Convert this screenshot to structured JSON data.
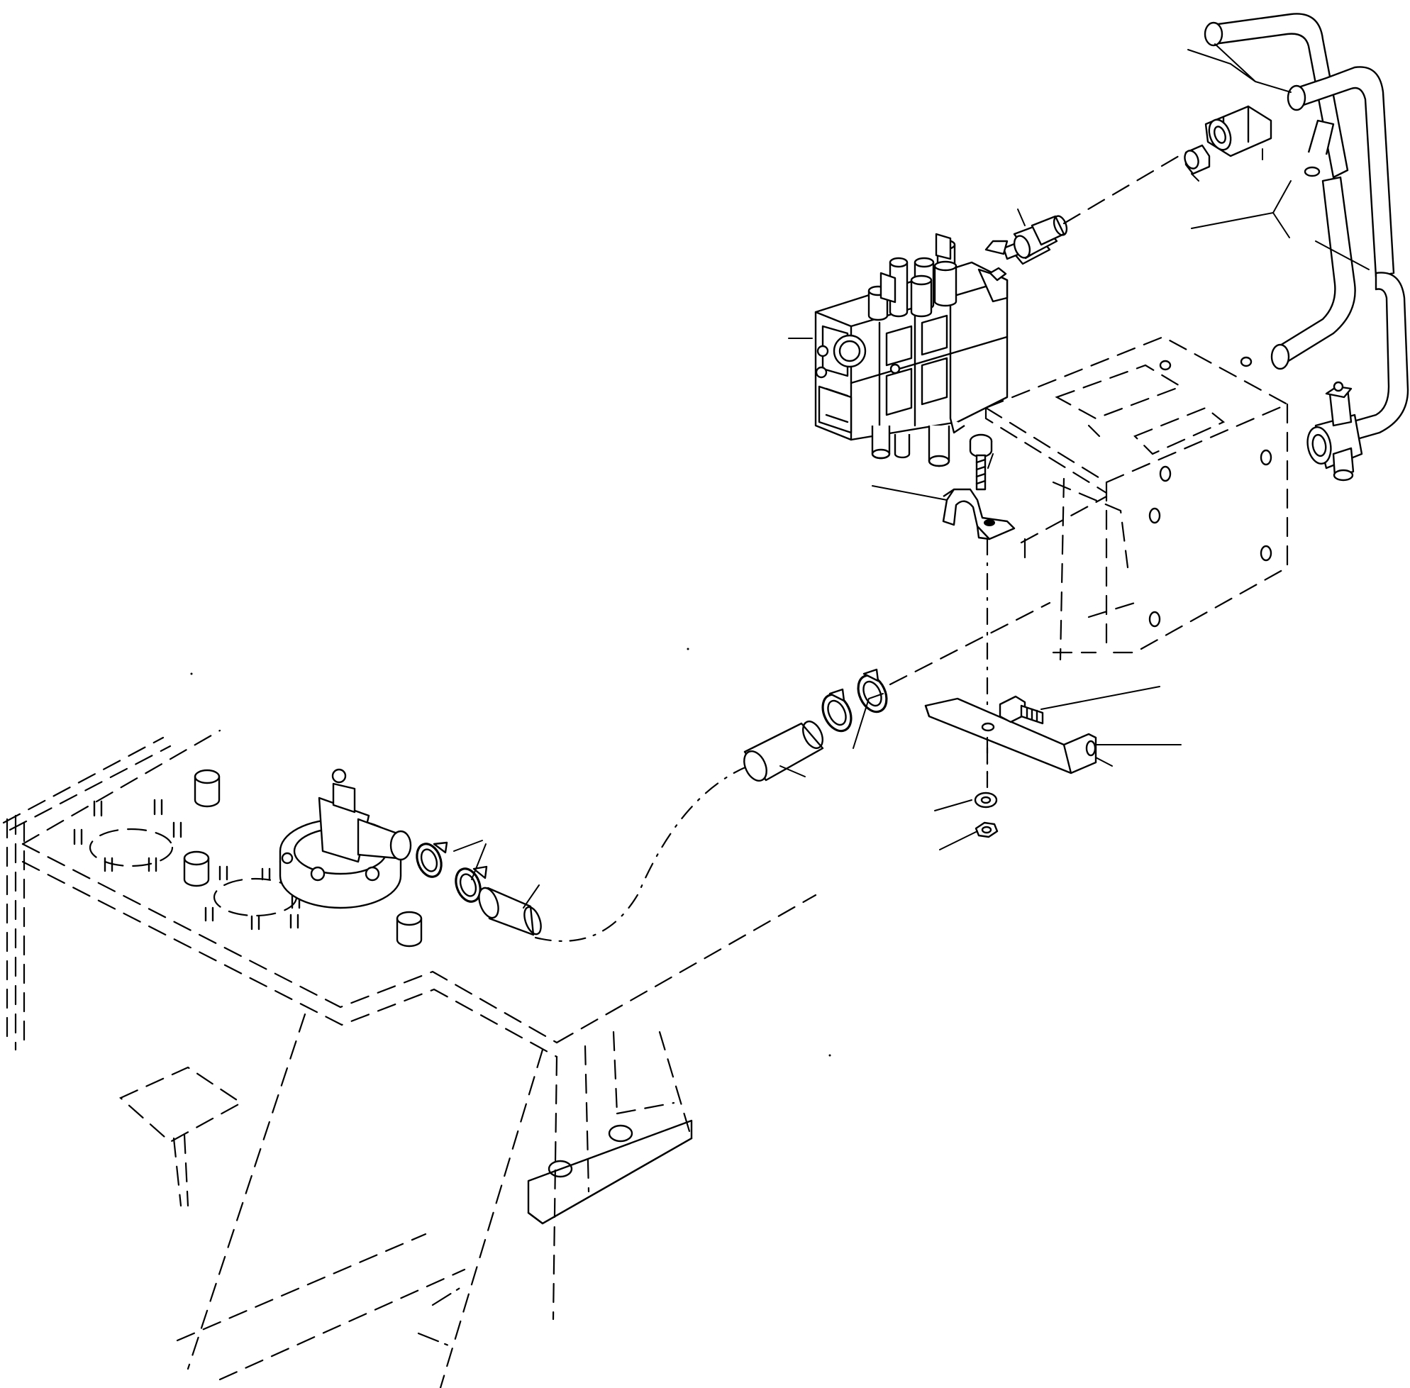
{
  "diagram": {
    "description_free": true,
    "parts": [
      {
        "id": "control-valve",
        "icon": "hydraulic-control-valve-icon"
      },
      {
        "id": "valve-fitting",
        "icon": "threaded-fitting-icon"
      },
      {
        "id": "elbow-fitting",
        "icon": "elbow-fitting-icon"
      },
      {
        "id": "hex-adapter",
        "icon": "hex-adapter-icon"
      },
      {
        "id": "hose-upper",
        "icon": "hose-icon"
      },
      {
        "id": "hose-lower",
        "icon": "hose-icon"
      },
      {
        "id": "tee-fitting",
        "icon": "tee-fitting-icon"
      },
      {
        "id": "clamp-strap",
        "icon": "pipe-clamp-icon"
      },
      {
        "id": "screw",
        "icon": "screw-icon"
      },
      {
        "id": "bracket",
        "icon": "bracket-icon"
      },
      {
        "id": "bolt",
        "icon": "bolt-icon"
      },
      {
        "id": "washer",
        "icon": "washer-icon"
      },
      {
        "id": "nut",
        "icon": "nut-icon"
      },
      {
        "id": "hose-clamp-upper",
        "icon": "hose-clamp-icon"
      },
      {
        "id": "hose-sleeve-upper",
        "icon": "sleeve-icon"
      },
      {
        "id": "filter-head",
        "icon": "filter-head-icon"
      },
      {
        "id": "hose-clamp-lower",
        "icon": "hose-clamp-icon"
      },
      {
        "id": "hose-sleeve-lower",
        "icon": "sleeve-icon"
      },
      {
        "id": "tank-frame",
        "icon": "frame-outline-icon"
      },
      {
        "id": "valve-mount-box",
        "icon": "mount-box-icon"
      }
    ]
  }
}
